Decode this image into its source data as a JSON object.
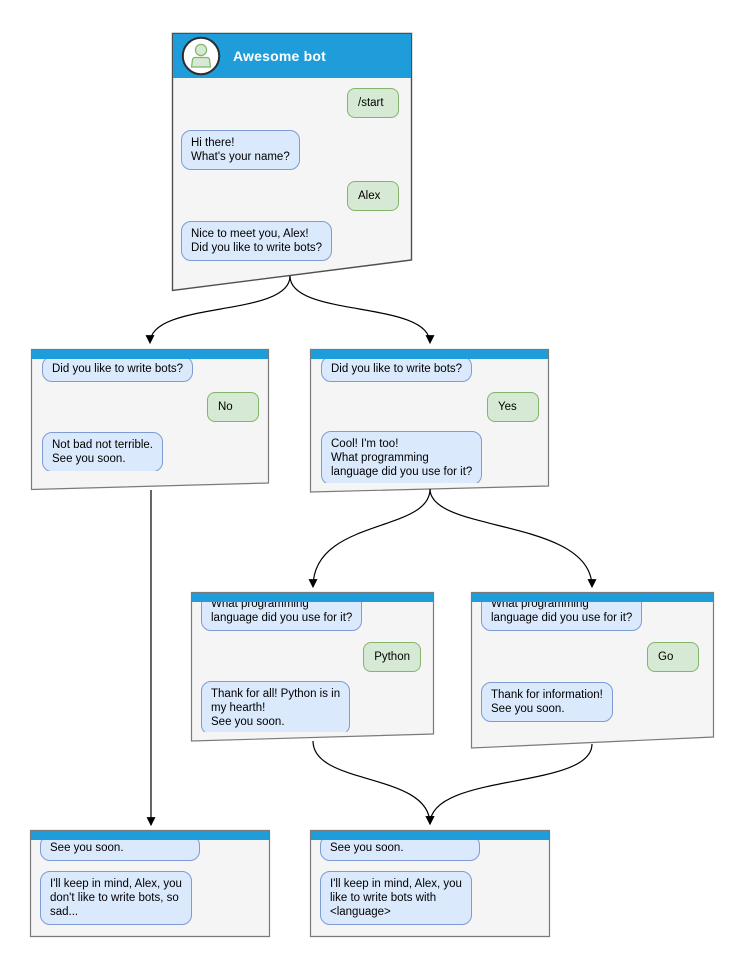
{
  "colors": {
    "header_blue": "#1f9ddb",
    "window_fill": "#f5f5f5",
    "window_stroke": "#6e6e6e",
    "bot_bubble_fill": "#dbe9fc",
    "bot_bubble_stroke": "#7d9bd4",
    "user_bubble_fill": "#d6e9d4",
    "user_bubble_stroke": "#84b469",
    "connector": "#000000"
  },
  "windows": [
    {
      "id": "root",
      "title": "Awesome bot",
      "messages": [
        {
          "from": "user",
          "text": "/start"
        },
        {
          "from": "bot",
          "text": "Hi there!\nWhat's your name?"
        },
        {
          "from": "user",
          "text": "Alex"
        },
        {
          "from": "bot",
          "text": "Nice to meet you, Alex!\nDid you like to write bots?"
        }
      ]
    },
    {
      "id": "branch-no",
      "messages": [
        {
          "from": "bot",
          "text": "Did you like to write bots?"
        },
        {
          "from": "user",
          "text": "No"
        },
        {
          "from": "bot",
          "text": "Not bad not terrible.\nSee you soon."
        }
      ]
    },
    {
      "id": "branch-yes",
      "messages": [
        {
          "from": "bot",
          "text": "Did you like to write bots?"
        },
        {
          "from": "user",
          "text": "Yes"
        },
        {
          "from": "bot",
          "text": "Cool! I'm too!\nWhat programming\nlanguage did you use for it?"
        }
      ]
    },
    {
      "id": "lang-python",
      "messages": [
        {
          "from": "bot",
          "text": "What programming\nlanguage did you use for it?"
        },
        {
          "from": "user",
          "text": "Python"
        },
        {
          "from": "bot",
          "text": "Thank for all! Python is in\nmy hearth!\nSee you soon."
        }
      ]
    },
    {
      "id": "lang-go",
      "messages": [
        {
          "from": "bot",
          "text": "What programming\nlanguage did you use for it?"
        },
        {
          "from": "user",
          "text": "Go"
        },
        {
          "from": "bot",
          "text": "Thank for information!\nSee you soon."
        }
      ]
    },
    {
      "id": "end-no",
      "messages": [
        {
          "from": "bot",
          "text": "See you soon."
        },
        {
          "from": "bot",
          "text": "I'll keep in mind, Alex, you\ndon't like to write bots, so\nsad..."
        }
      ]
    },
    {
      "id": "end-yes",
      "messages": [
        {
          "from": "bot",
          "text": "See you soon."
        },
        {
          "from": "bot",
          "text": "I'll keep in mind, Alex, you\nlike to write bots with\n<language>"
        }
      ]
    }
  ],
  "connections": [
    {
      "from": "root",
      "to": "branch-no"
    },
    {
      "from": "root",
      "to": "branch-yes"
    },
    {
      "from": "branch-yes",
      "to": "lang-python"
    },
    {
      "from": "branch-yes",
      "to": "lang-go"
    },
    {
      "from": "branch-no",
      "to": "end-no"
    },
    {
      "from": "lang-python",
      "to": "end-yes"
    },
    {
      "from": "lang-go",
      "to": "end-yes"
    }
  ]
}
